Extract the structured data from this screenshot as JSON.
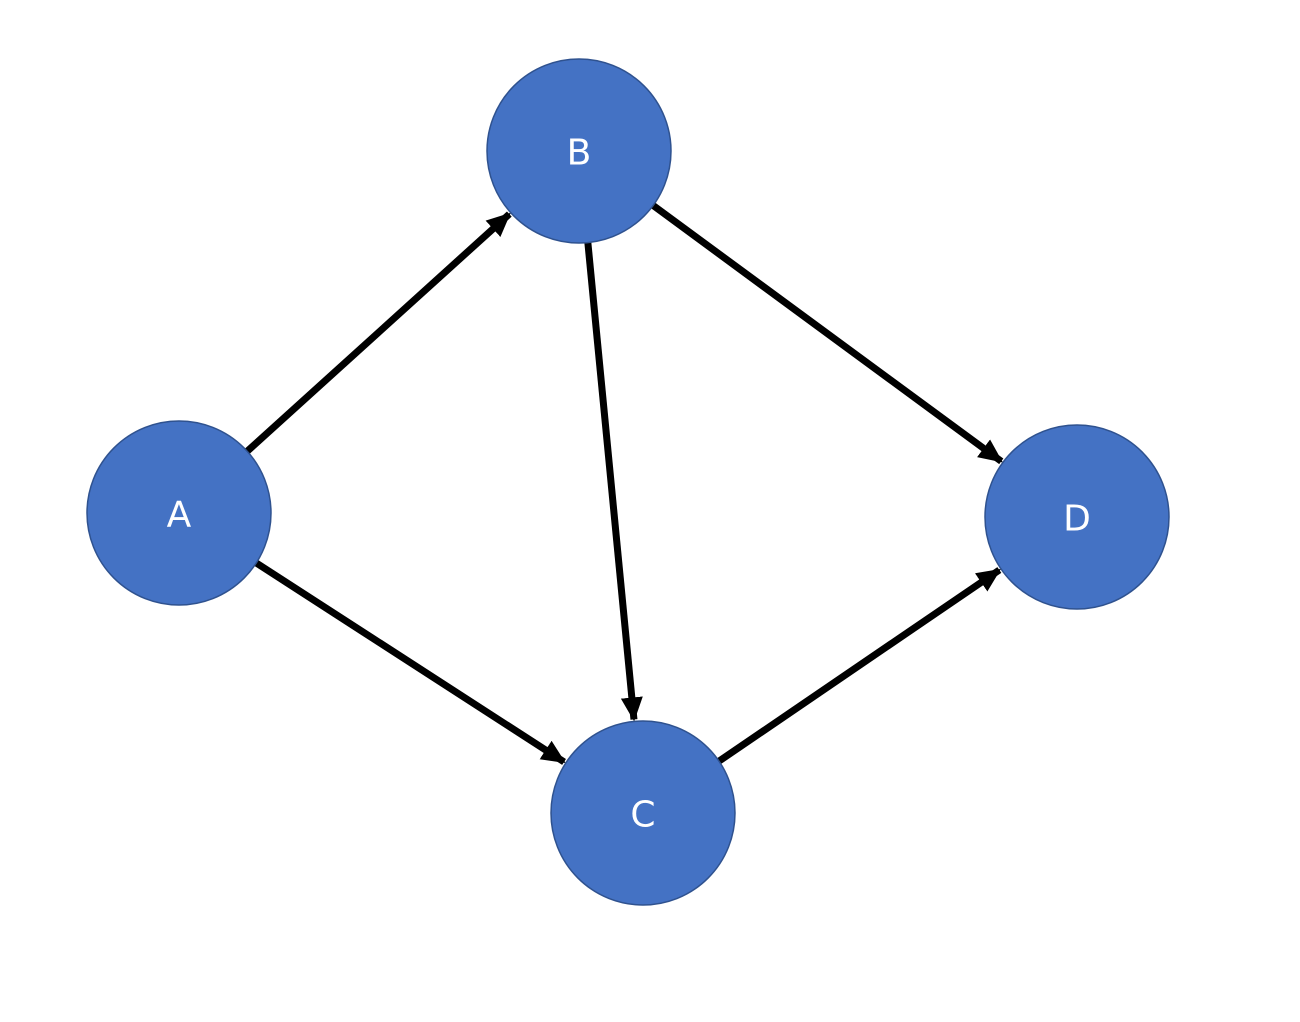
{
  "diagram": {
    "colors": {
      "node_fill": "#4472C4",
      "node_stroke": "#2F528F",
      "label": "#FFFFFF",
      "edge": "#000000"
    },
    "nodes": [
      {
        "id": "A",
        "label": "A"
      },
      {
        "id": "B",
        "label": "B"
      },
      {
        "id": "C",
        "label": "C"
      },
      {
        "id": "D",
        "label": "D"
      }
    ],
    "edges": [
      {
        "from": "A",
        "to": "B"
      },
      {
        "from": "A",
        "to": "C"
      },
      {
        "from": "B",
        "to": "C"
      },
      {
        "from": "B",
        "to": "D"
      },
      {
        "from": "C",
        "to": "D"
      }
    ]
  }
}
